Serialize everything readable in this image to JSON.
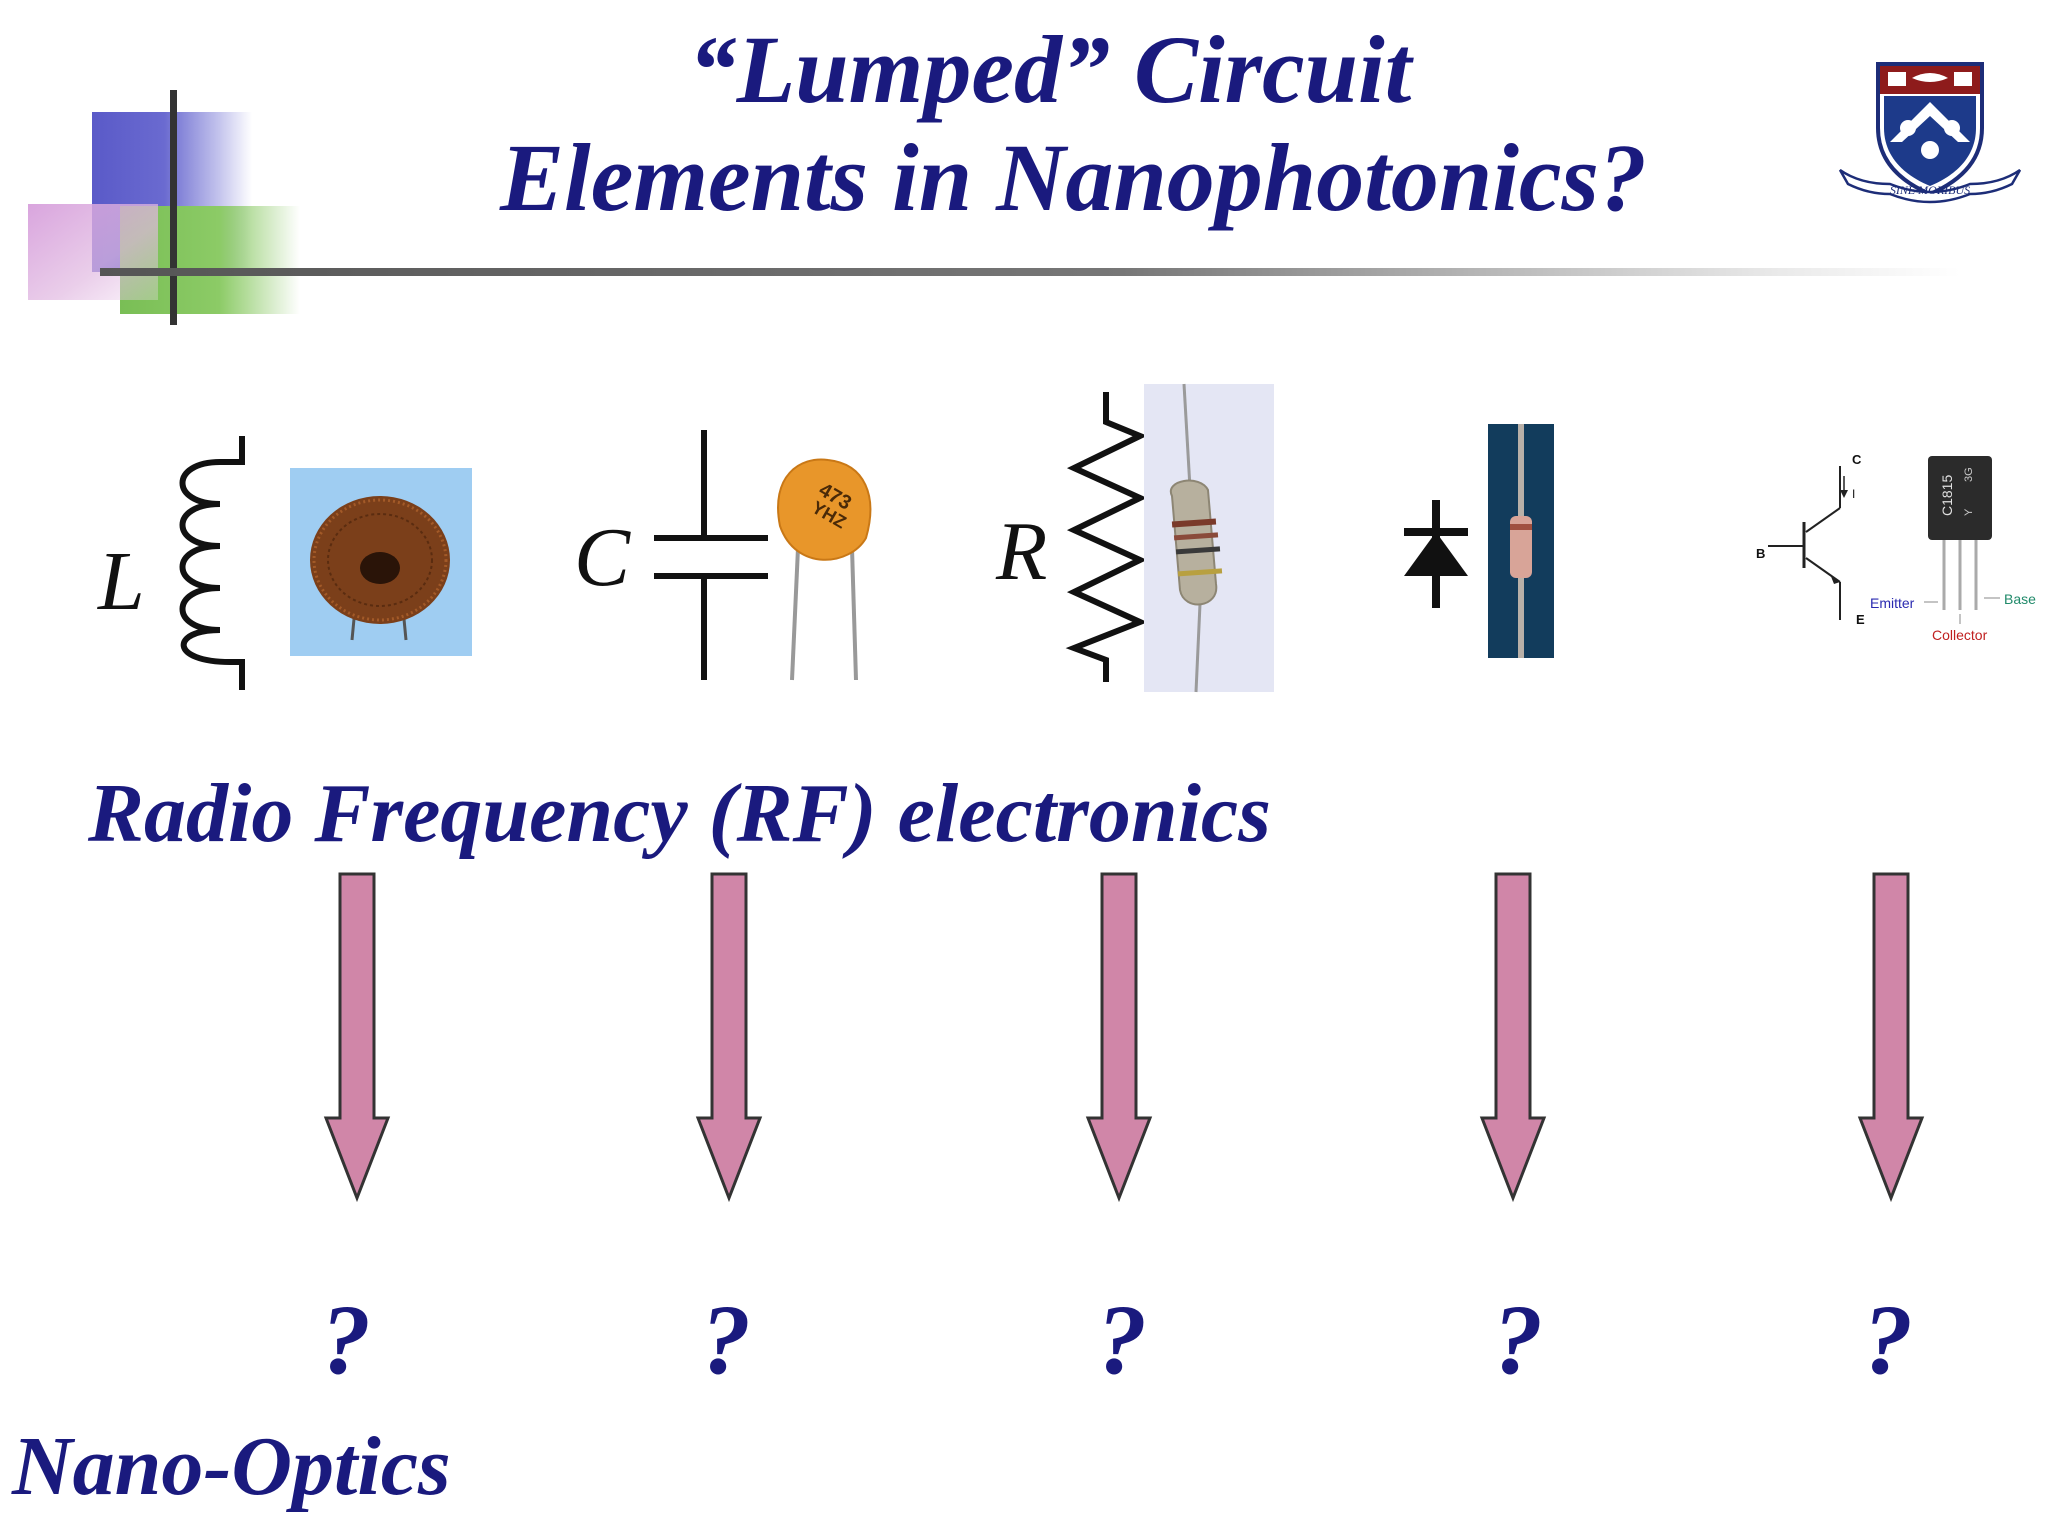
{
  "slide": {
    "title_line1": "“Lumped” Circuit",
    "title_line2": "Elements in Nanophotonics?",
    "subtitle": "Radio Frequency (RF) electronics",
    "footer": "Nano-Optics"
  },
  "logo": {
    "motto": "SINE MORIBUS"
  },
  "components": {
    "inductor_letter": "L",
    "capacitor_letter": "C",
    "resistor_letter": "R",
    "capacitor_marking_1": "473",
    "capacitor_marking_2": "YHZ",
    "transistor": {
      "pin_c": "C",
      "pin_b": "B",
      "pin_e": "E",
      "current_label": "I",
      "part_number": "C1815",
      "marking_y": "Y",
      "marking_3g": "3G",
      "emitter": "Emitter",
      "base": "Base",
      "collector": "Collector"
    }
  },
  "question_marks": [
    "?",
    "?",
    "?",
    "?",
    "?"
  ],
  "colors": {
    "text": "#1a1a7e",
    "arrow_fill": "#d086a8",
    "emitter_label": "#2a2ab0",
    "base_label": "#208a6a",
    "collector_label": "#c02020"
  }
}
